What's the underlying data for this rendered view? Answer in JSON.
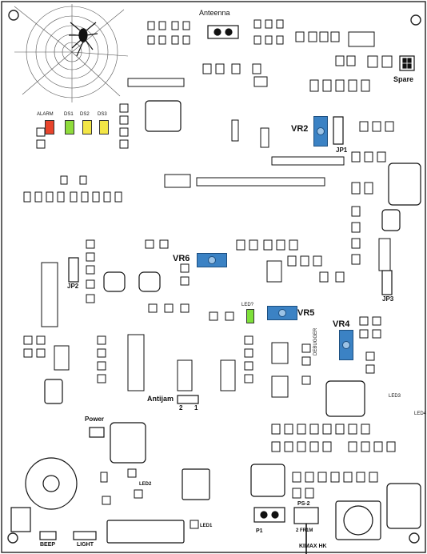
{
  "labels": {
    "antenna": "Anteenna",
    "spare": "Spare",
    "alarm": "ALARM",
    "ds1": "DS1",
    "ds2": "DS2",
    "ds3": "DS3",
    "vr2": "VR2",
    "jp1": "JP1",
    "vr6": "VR6",
    "jp2": "JP2",
    "jp3": "JP3",
    "vr5": "VR5",
    "vr4": "VR4",
    "debugger": "DEBUGGER",
    "led_top": "LED?",
    "antijam": "Antijam",
    "antijam_2": "2",
    "antijam_1": "1",
    "power": "Power",
    "led2": "LED2",
    "led1": "LED1",
    "led3": "LED3",
    "led4": "LED4",
    "p1": "P1",
    "ps2": "PS-2",
    "ps2_pins": "2  FR1M",
    "kimax": "KIMAX HK",
    "beep": "BEEP",
    "light": "LIGHT"
  },
  "colors": {
    "pot": "#3b82c4",
    "led_red": "#e8442c",
    "led_green": "#8fdc3c",
    "led_yellow": "#f3e646",
    "led_lime": "#7ee03a",
    "outline": "#111111"
  }
}
